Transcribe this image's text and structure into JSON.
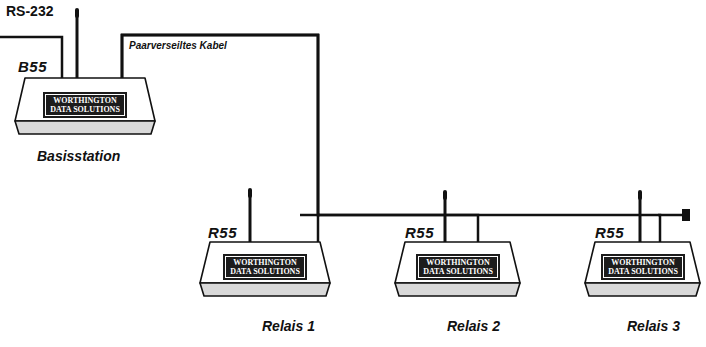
{
  "diagram": {
    "nodes": [
      {
        "text": [
          "B55",
          "WORTHINGTON DATA SOLUTIONS",
          "Basisstation"
        ]
      },
      {
        "text": [
          "R55",
          "WORTHINGTON DATA SOLUTIONS",
          "Relais 1"
        ]
      },
      {
        "text": [
          "R55",
          "WORTHINGTON DATA SOLUTIONS",
          "Relais 2"
        ]
      },
      {
        "text": [
          "R55",
          "WORTHINGTON DATA SOLUTIONS",
          "Relais 3"
        ]
      }
    ],
    "edges": [
      {
        "from": 0,
        "to": 1,
        "arrow": "none"
      },
      {
        "from": 0,
        "to": 2,
        "arrow": "none"
      },
      {
        "from": 0,
        "to": 3,
        "arrow": "none"
      }
    ],
    "labels": [
      "RS-232",
      "Paarverseiltes Kabel"
    ]
  }
}
